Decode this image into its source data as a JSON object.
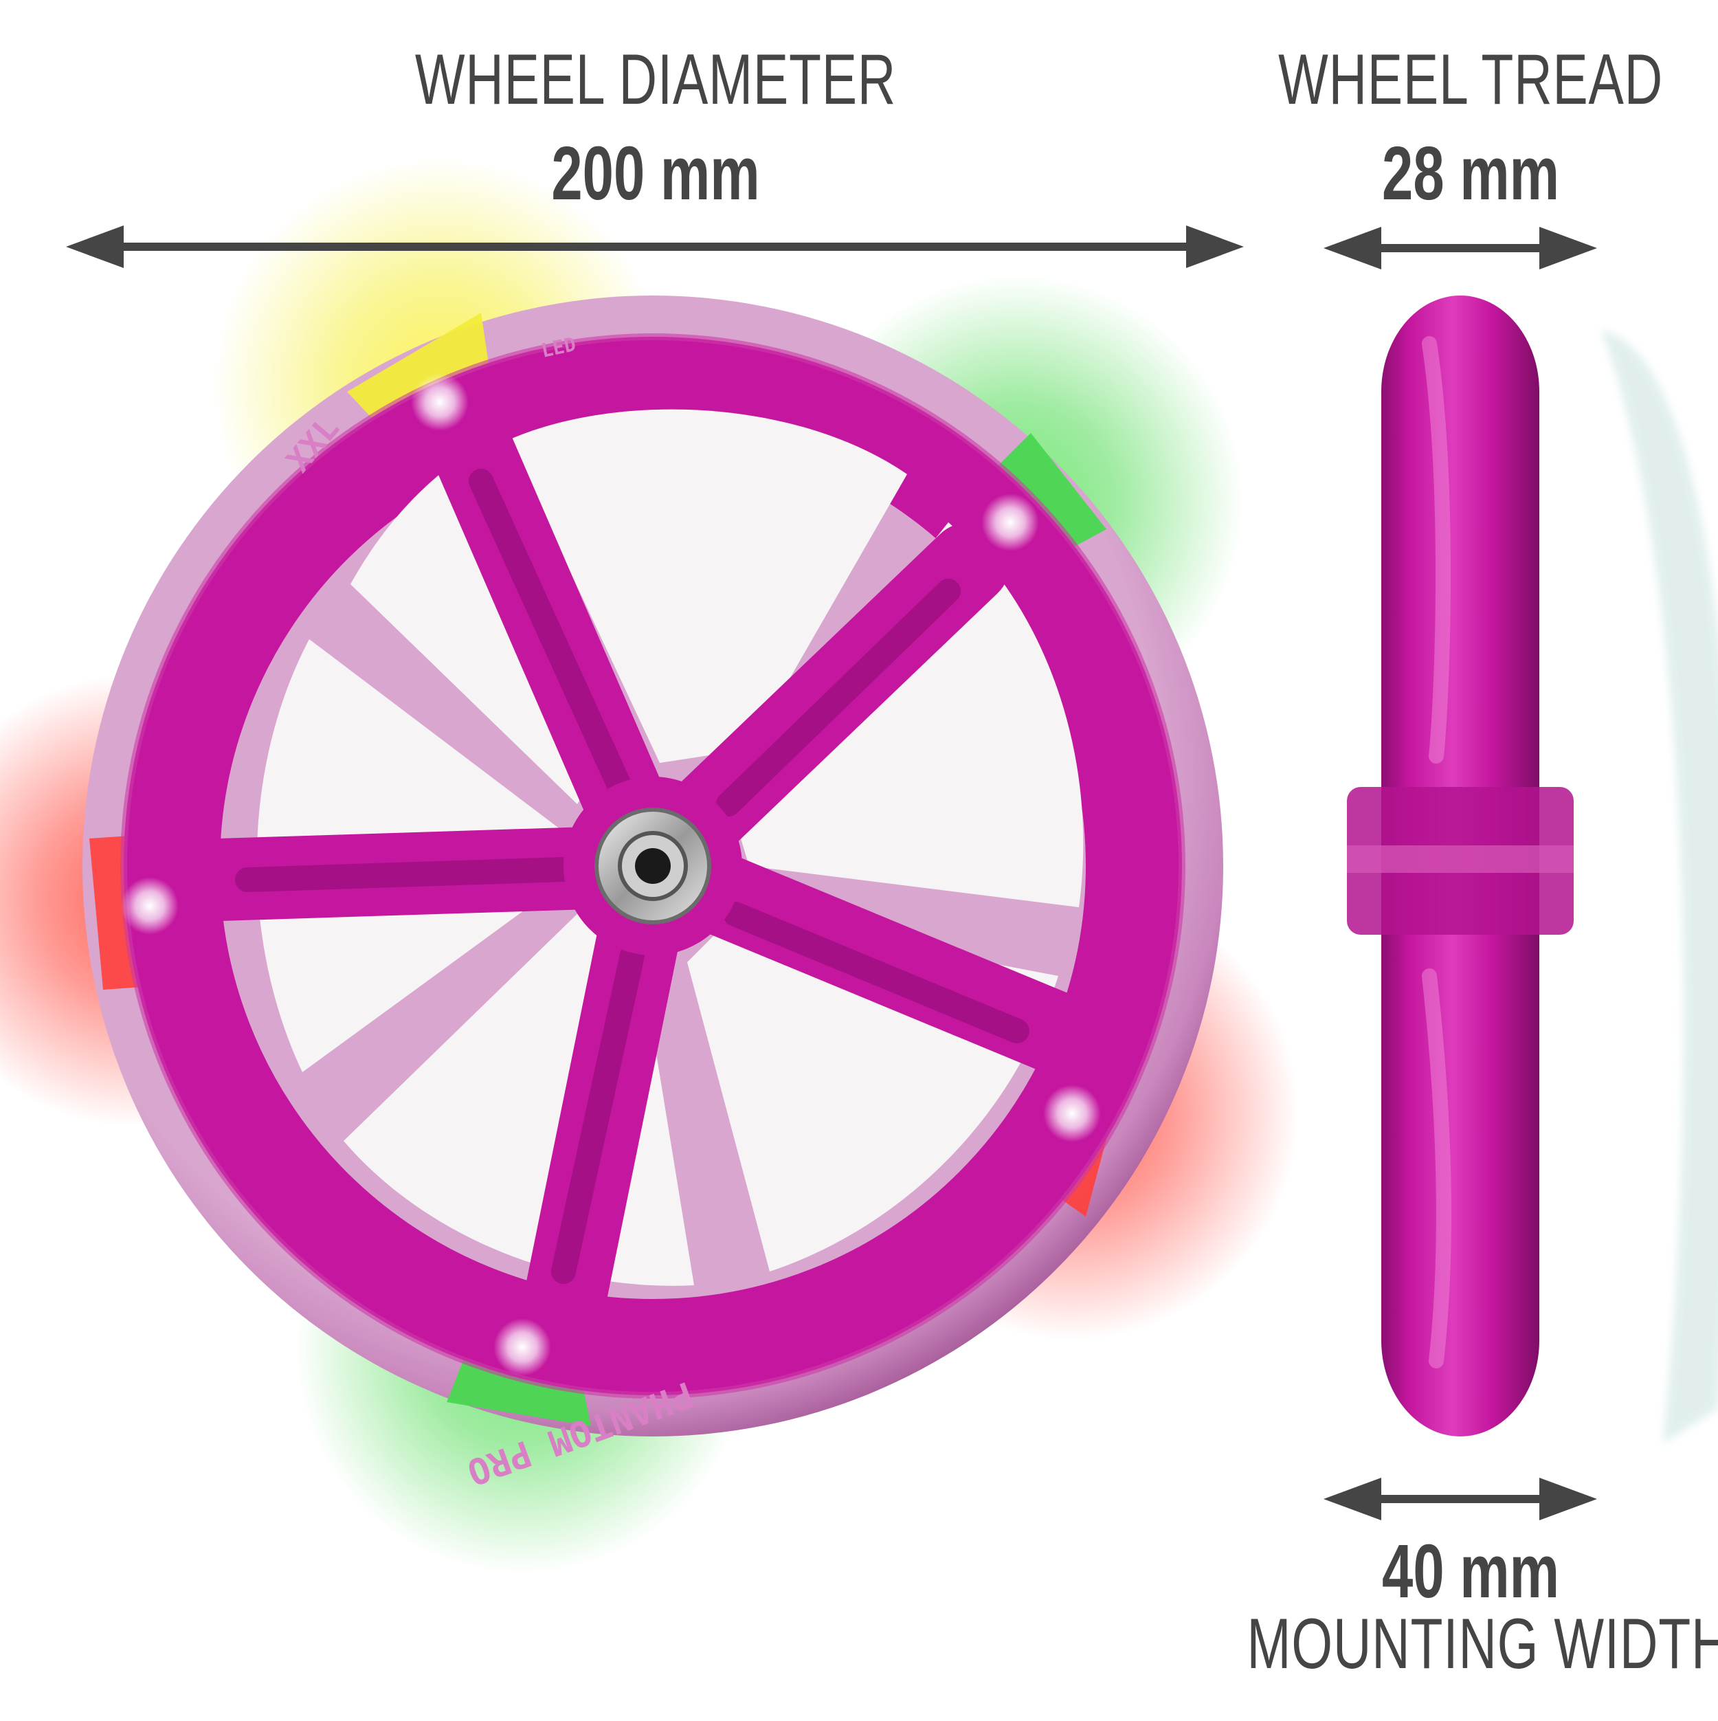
{
  "diameter": {
    "title": "WHEEL DIAMETER",
    "value": "200 mm"
  },
  "tread": {
    "title": "WHEEL TREAD",
    "value": "28 mm"
  },
  "mounting": {
    "value": "40 mm",
    "title": "MOUNTING WIDTH"
  },
  "wheel": {
    "color": "#c4169e",
    "light_colors": [
      "#f2ec3a",
      "#3fd84a",
      "#ff3b30",
      "#3fd84a",
      "#ff3b30"
    ],
    "engraving_brand": "PHANTOM PRO",
    "engraving_size": "XXL",
    "engraving_led": "LED"
  },
  "colors": {
    "text": "#454545",
    "arrow": "#454545"
  }
}
